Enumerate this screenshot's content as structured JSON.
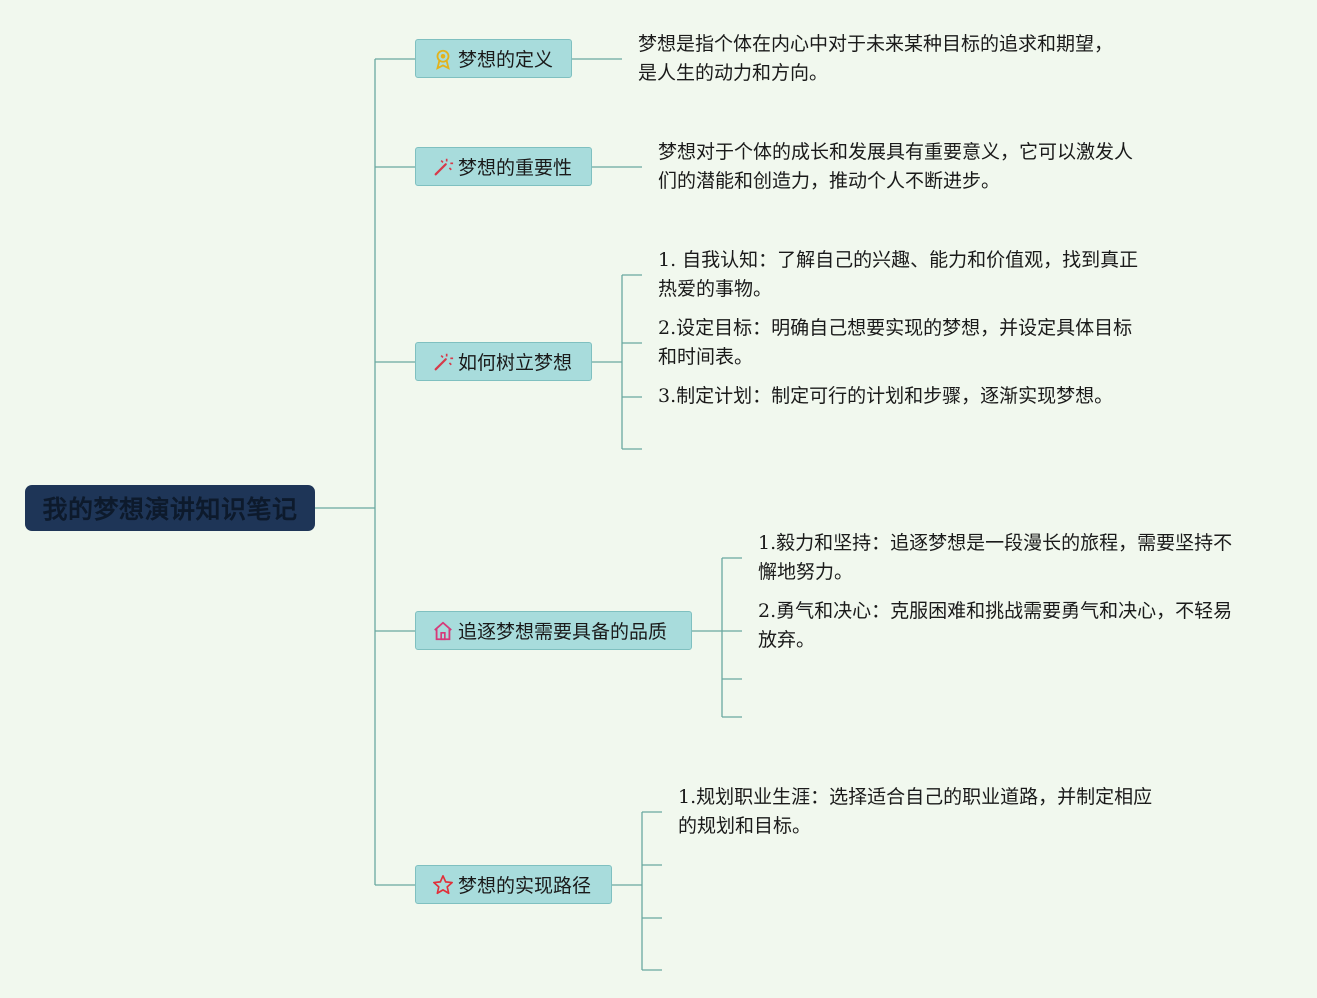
{
  "root": {
    "title": "我的梦想演讲知识笔记"
  },
  "topics": [
    {
      "label": "梦想的定义",
      "icon": "ribbon-award-icon",
      "notes": [
        "梦想是指个体在内心中对于未来某种目标的追求和期望，\n是人生的动力和方向。"
      ]
    },
    {
      "label": "梦想的重要性",
      "icon": "magic-wand-icon",
      "notes": [
        "梦想对于个体的成长和发展具有重要意义，它可以激发人\n们的潜能和创造力，推动个人不断进步。"
      ]
    },
    {
      "label": "如何树立梦想",
      "icon": "magic-wand-icon",
      "notes": [
        "1. 自我认知：了解自己的兴趣、能力和价值观，找到真正\n热爱的事物。",
        "2.设定目标：明确自己想要实现的梦想，并设定具体目标\n和时间表。",
        "3.制定计划：制定可行的计划和步骤，逐渐实现梦想。"
      ]
    },
    {
      "label": "追逐梦想需要具备的品质",
      "icon": "home-icon",
      "notes": [
        "1.毅力和坚持：追逐梦想是一段漫长的旅程，需要坚持不\n懈地努力。",
        "2.勇气和决心：克服困难和挑战需要勇气和决心，不轻易\n放弃。"
      ]
    },
    {
      "label": "梦想的实现路径",
      "icon": "star-icon",
      "notes": [
        "1.规划职业生涯：选择适合自己的职业道路，并制定相应\n的规划和目标。"
      ]
    }
  ],
  "colors": {
    "background": "#f1f8ee",
    "root": "#1e3557",
    "topic": "#a8dcdc",
    "line": "#6aa8a0"
  }
}
